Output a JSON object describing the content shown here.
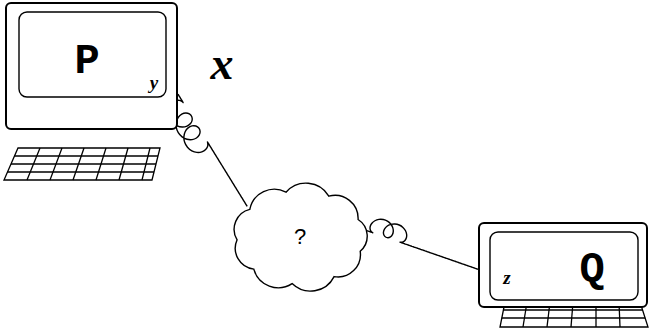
{
  "diagram": {
    "nodes": [
      {
        "text": [
          "P",
          "y"
        ]
      },
      {
        "text": [
          "?"
        ]
      },
      {
        "text": [
          "z",
          "Q"
        ]
      }
    ],
    "edges": [
      {
        "from": 0,
        "to": 1,
        "arrow": "none",
        "label": "x"
      },
      {
        "from": 1,
        "to": 2,
        "arrow": "none"
      }
    ]
  }
}
